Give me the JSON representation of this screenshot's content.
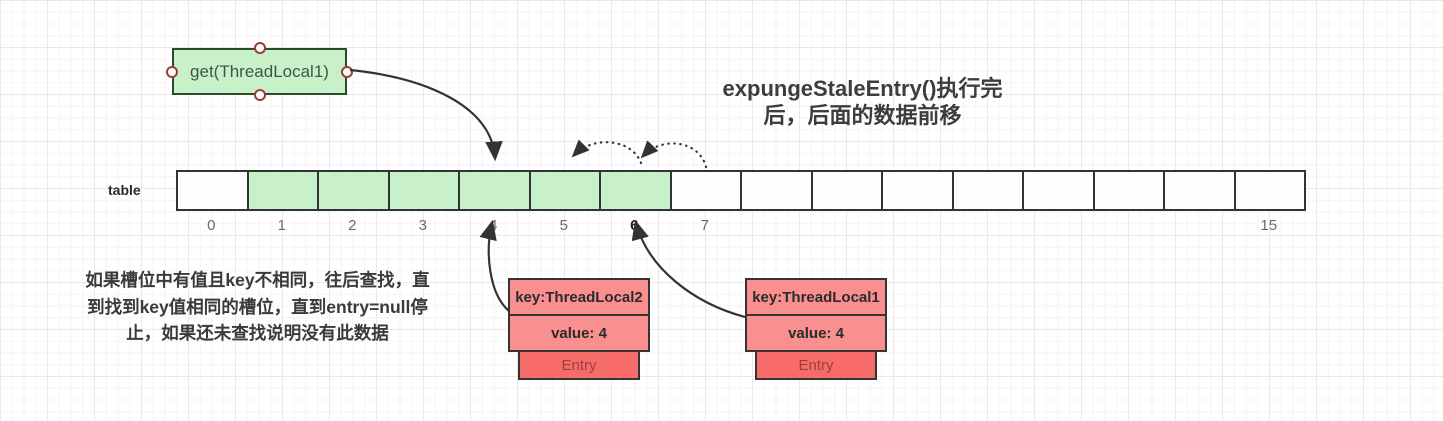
{
  "colors": {
    "green_fill": "#c9f1c9",
    "green_border": "#2c4a2c",
    "cell_border": "#333333",
    "red_fill": "#f98f8f",
    "red_dark_fill": "#f76b6b",
    "red_text": "#9c3f3f",
    "handle_border": "#9c3a3a",
    "arrow": "#333333"
  },
  "get_box": {
    "label": "get(ThreadLocal1)"
  },
  "title": "expungeStaleEntry()执行完\n后，后面的数据前移",
  "note": "如果槽位中有值且key不相同，往后查找，直\n到找到key值相同的槽位，直到entry=null停\n止，如果还未查找说明没有此数据",
  "table": {
    "label": "table",
    "bold_index": "6",
    "cells": [
      {
        "index": "0",
        "filled": false
      },
      {
        "index": "1",
        "filled": true
      },
      {
        "index": "2",
        "filled": true
      },
      {
        "index": "3",
        "filled": true
      },
      {
        "index": "4",
        "filled": true
      },
      {
        "index": "5",
        "filled": true
      },
      {
        "index": "6",
        "filled": true
      },
      {
        "index": "7",
        "filled": false
      },
      {
        "index": "",
        "filled": false
      },
      {
        "index": "",
        "filled": false
      },
      {
        "index": "",
        "filled": false
      },
      {
        "index": "",
        "filled": false
      },
      {
        "index": "",
        "filled": false
      },
      {
        "index": "",
        "filled": false
      },
      {
        "index": "",
        "filled": false
      },
      {
        "index": "15",
        "filled": false
      }
    ]
  },
  "entries": [
    {
      "key": "key:ThreadLocal2",
      "value": "value: 4",
      "tag": "Entry"
    },
    {
      "key": "key:ThreadLocal1",
      "value": "value: 4",
      "tag": "Entry"
    }
  ]
}
